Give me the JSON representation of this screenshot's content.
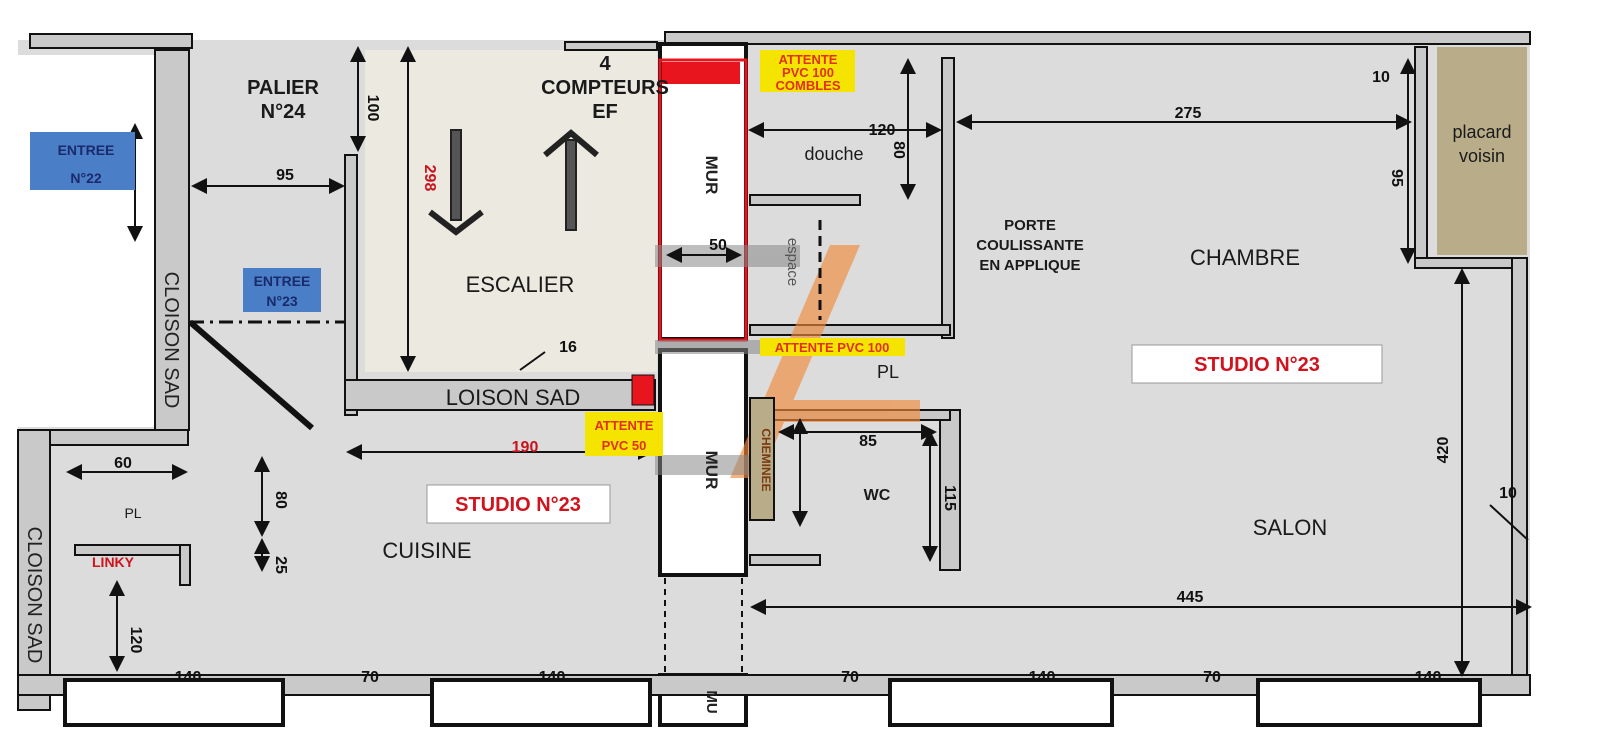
{
  "plan": {
    "rooms": {
      "palier": [
        "PALIER",
        "N°24"
      ],
      "compteurs": [
        "4",
        "COMPTEURS",
        "EF"
      ],
      "escalier": "ESCALIER",
      "douche": "douche",
      "porte": [
        "PORTE",
        "COULISSANTE",
        "EN APPLIQUE"
      ],
      "chambre": "CHAMBRE",
      "placard": [
        "placard",
        "voisin"
      ],
      "pl_right": "PL",
      "pl_left": "PL",
      "wc": "WC",
      "cuisine": "CUISINE",
      "salon": "SALON",
      "loison": "LOISON SAD",
      "cheminee": "CHEMINEE",
      "espace": "espace",
      "mur_upper": "MUR",
      "mur_lower": "MUR",
      "mur_bottom": "MU",
      "cloison_upper": "CLOISON SAD",
      "cloison_lower": "CLOISON SAD",
      "linky": "LINKY"
    },
    "entries": {
      "entree22": [
        "ENTREE",
        "N°22"
      ],
      "entree23": [
        "ENTREE",
        "N°23"
      ]
    },
    "studio_labels": {
      "left": "STUDIO N°23",
      "right": "STUDIO N°23"
    },
    "attente": {
      "combles": [
        "ATTENTE",
        "PVC 100",
        "COMBLES"
      ],
      "pvc100": "ATTENTE PVC 100",
      "pvc50": [
        "ATTENTE",
        "PVC 50"
      ]
    },
    "dimensions": {
      "d100": "100",
      "d298": "298",
      "d95_left": "95",
      "d16": "16",
      "d190": "190",
      "d60": "60",
      "d80_left": "80",
      "d25": "25",
      "d120_left": "120",
      "d50": "50",
      "d120_top": "120",
      "d80_top": "80",
      "d275": "275",
      "d10_top": "10",
      "d95_right": "95",
      "d85": "85",
      "d115": "115",
      "d420": "420",
      "d10_right": "10",
      "d445": "445",
      "b140_1": "140",
      "b70_1": "70",
      "b140_2": "140",
      "b70_2": "70",
      "b140_3": "140",
      "b70_3": "70",
      "b140_4": "140"
    },
    "colors": {
      "floor": "#dcdcdc",
      "stair": "#ece9e0",
      "wall": "#111111",
      "placard": "#b8ad88",
      "entree": "#4a7fc8",
      "attente_bg": "#f5e400",
      "attente_text": "#e0301e",
      "studio_text": "#d0141e",
      "orange_overlay": "#f08a3a",
      "red_pipe": "#e8141e",
      "dim_red": "#c8141e"
    }
  }
}
